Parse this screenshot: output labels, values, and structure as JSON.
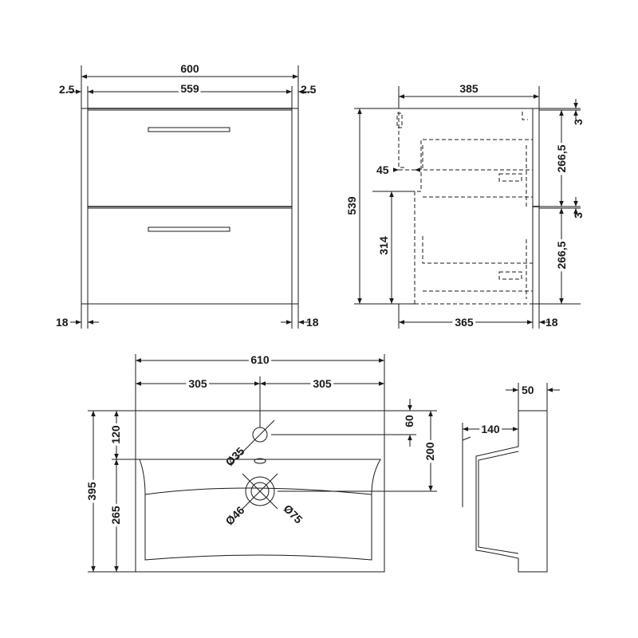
{
  "front_view": {
    "overall_width": "600",
    "side_left": "2.5",
    "inner_width": "559",
    "side_right": "2.5",
    "panel_left": "18",
    "panel_right": "18"
  },
  "side_view": {
    "depth": "385",
    "height": "539",
    "handle_offset": "45",
    "lower_height": "314",
    "gap_top": "3",
    "drawer_top": "266,5",
    "gap_mid": "3",
    "drawer_bottom": "266,5",
    "inner_depth": "365",
    "back_panel": "18"
  },
  "basin_plan": {
    "overall_width": "610",
    "half_left": "305",
    "half_right": "305",
    "tap_offset": "60",
    "waste_offset": "200",
    "overall_depth": "395",
    "rim_depth": "120",
    "bowl_depth": "265",
    "tap_hole": "Ø35",
    "waste_hole": "Ø46",
    "waste_outer": "Ø75"
  },
  "basin_section": {
    "thickness": "50",
    "bowl_depth": "140"
  }
}
